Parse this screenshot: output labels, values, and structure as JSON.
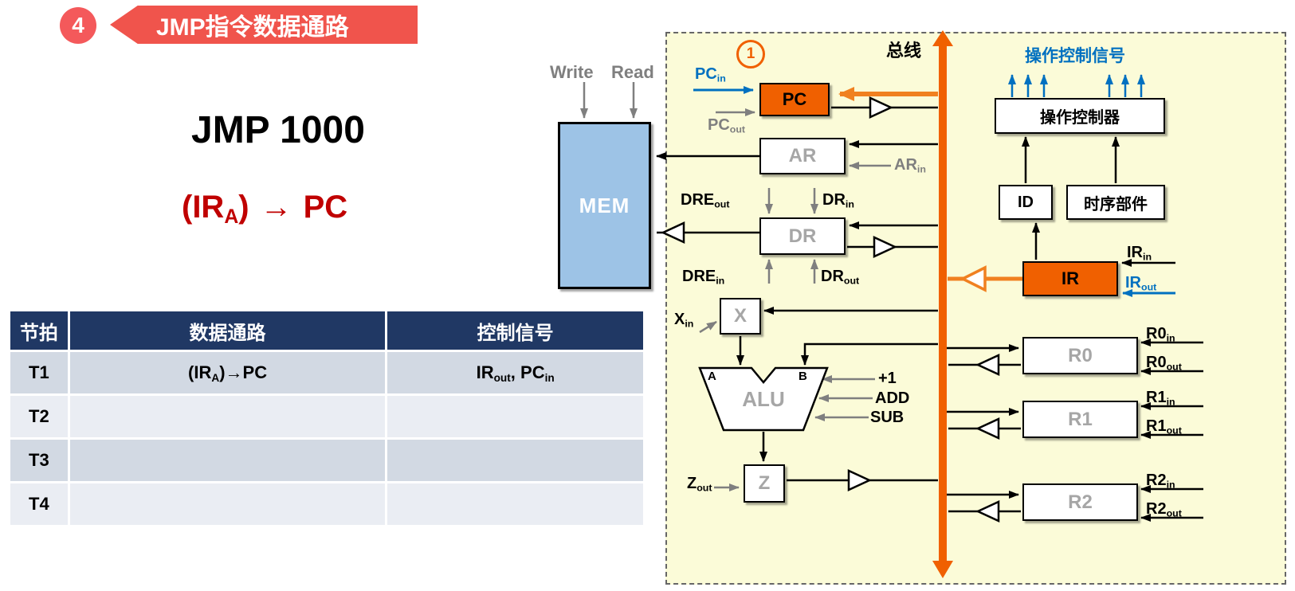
{
  "slide": {
    "badge": "4",
    "banner": "JMP指令数据通路",
    "instruction": "JMP 1000",
    "transfer": {
      "p1": "(IR",
      "sub": "A",
      "p2": ")",
      "arrow": "→",
      "p3": "PC"
    }
  },
  "table": {
    "headers": [
      "节拍",
      "数据通路",
      "控制信号"
    ],
    "rows": [
      {
        "beat": "T1",
        "datapath": {
          "p1": "(IR",
          "sub1": "A",
          "p2": ")→PC"
        },
        "control": {
          "p1": "IR",
          "sub1": "out",
          "p2": ", PC",
          "sub2": "in"
        }
      },
      {
        "beat": "T2"
      },
      {
        "beat": "T3"
      },
      {
        "beat": "T4"
      }
    ]
  },
  "diagram": {
    "bus_label": "总线",
    "step_marker": "1",
    "write": "Write",
    "read": "Read",
    "control_signals_title": "操作控制信号",
    "blocks": {
      "mem": "MEM",
      "pc": "PC",
      "ar": "AR",
      "dr": "DR",
      "x": "X",
      "alu": "ALU",
      "z": "Z",
      "ir": "IR",
      "r0": "R0",
      "r1": "R1",
      "r2": "R2",
      "controller": "操作控制器",
      "id": "ID",
      "timing": "时序部件"
    },
    "alu_ports": {
      "a": "A",
      "b": "B"
    },
    "signals": {
      "pc_in": {
        "base": "PC",
        "sub": "in"
      },
      "pc_out": {
        "base": "PC",
        "sub": "out"
      },
      "ar_in": {
        "base": "AR",
        "sub": "in"
      },
      "dre_out": {
        "base": "DRE",
        "sub": "out"
      },
      "dr_in": {
        "base": "DR",
        "sub": "in"
      },
      "dre_in": {
        "base": "DRE",
        "sub": "in"
      },
      "dr_out": {
        "base": "DR",
        "sub": "out"
      },
      "x_in": {
        "base": "X",
        "sub": "in"
      },
      "z_out": {
        "base": "Z",
        "sub": "out"
      },
      "plus1": "+1",
      "add": "ADD",
      "sub": "SUB",
      "ir_in": {
        "base": "IR",
        "sub": "in"
      },
      "ir_out": {
        "base": "IR",
        "sub": "out"
      },
      "r0_in": {
        "base": "R0",
        "sub": "in"
      },
      "r0_out": {
        "base": "R0",
        "sub": "out"
      },
      "r1_in": {
        "base": "R1",
        "sub": "in"
      },
      "r1_out": {
        "base": "R1",
        "sub": "out"
      },
      "r2_in": {
        "base": "R2",
        "sub": "in"
      },
      "r2_out": {
        "base": "R2",
        "sub": "out"
      }
    },
    "colors": {
      "bus_orange": "#F06000",
      "highlight_orange": "#F08020",
      "signal_blue": "#0070C0",
      "heading_red": "#C00000",
      "banner_red": "#F0544C",
      "mem_fill": "#9DC3E6",
      "panel_bg": "#FBFBD8",
      "table_header": "#203864"
    }
  }
}
